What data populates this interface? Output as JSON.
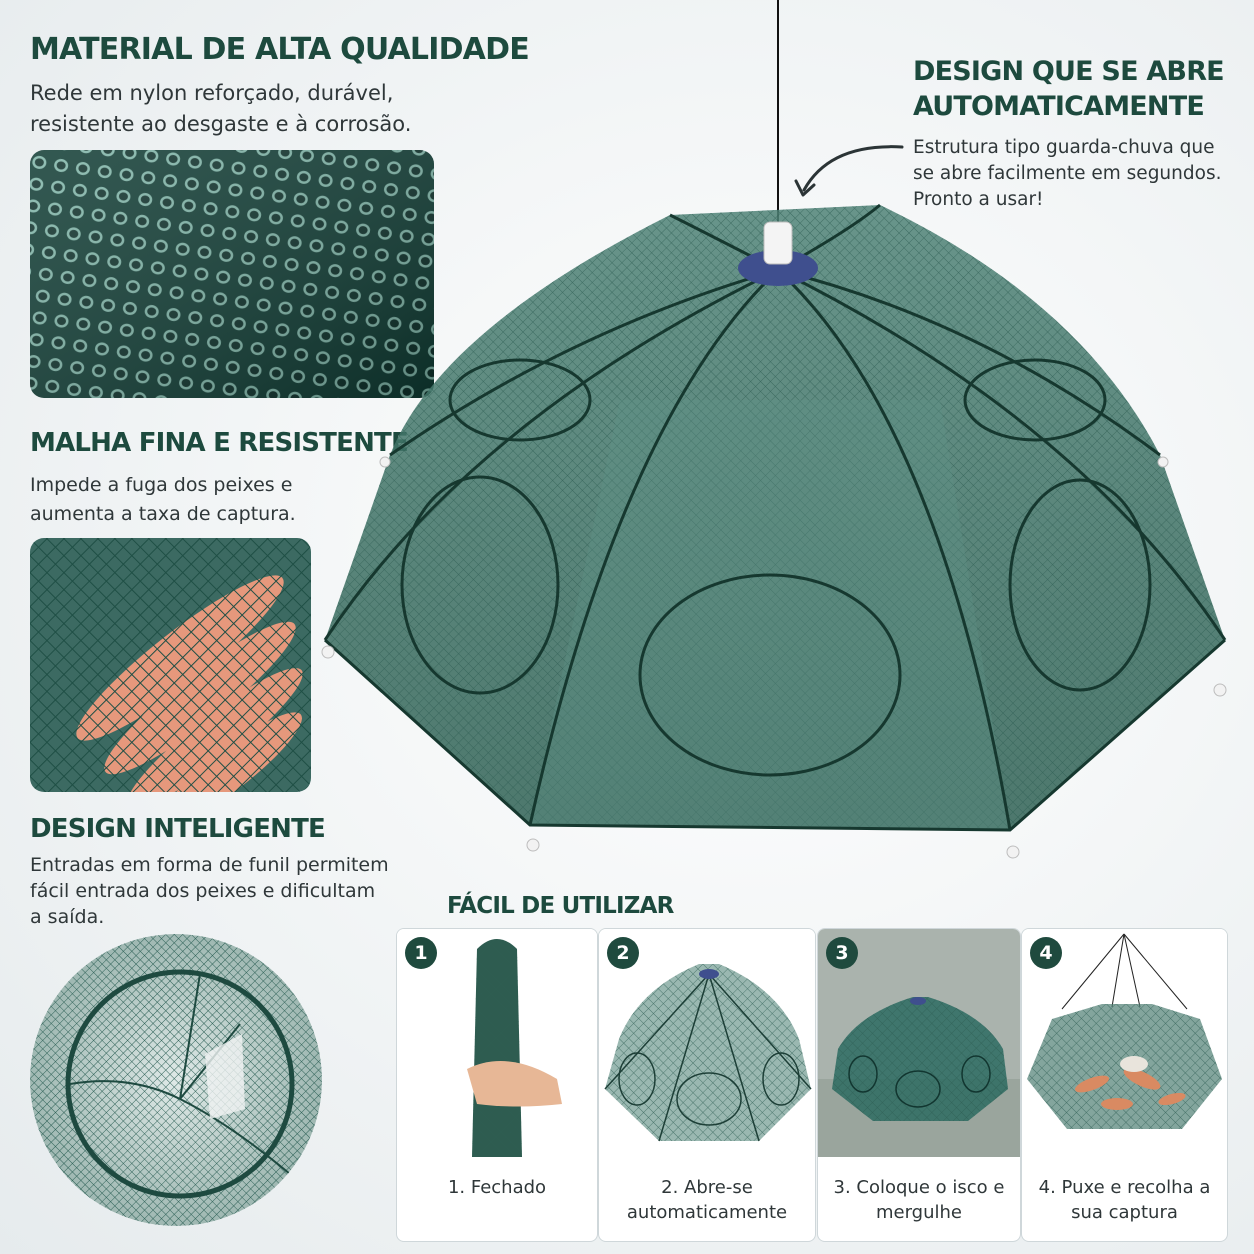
{
  "features": {
    "material": {
      "title": "MATERIAL DE ALTA QUALIDADE",
      "description": "Rede em nylon reforçado, durável, resistente ao desgaste e à corrosão."
    },
    "mesh": {
      "title": "MALHA FINA E RESISTENTE",
      "description": "Impede a fuga dos peixes e aumenta a taxa de captura."
    },
    "design": {
      "title": "DESIGN INTELIGENTE",
      "description": "Entradas em forma de funil permitem fácil entrada dos peixes e dificultam a saída."
    },
    "auto_open": {
      "title": "DESIGN QUE SE ABRE AUTOMATICAMENTE",
      "description": "Estrutura tipo guarda-chuva que se abre facilmente em segundos. Pronto a usar!"
    }
  },
  "steps": {
    "title": "FÁCIL DE UTILIZAR",
    "items": [
      {
        "number": "1",
        "caption": "1. Fechado"
      },
      {
        "number": "2",
        "caption": "2. Abre-se automaticamente"
      },
      {
        "number": "3",
        "caption": "3. Coloque o isco e mergulhe"
      },
      {
        "number": "4",
        "caption": "4. Puxe e recolha a sua captura"
      }
    ]
  },
  "colors": {
    "heading": "#1d4a3e",
    "net": "#2d5d52",
    "badge": "#1f4a3e",
    "background": "#eef2f3"
  },
  "icons": [
    "curved-arrow-icon"
  ]
}
